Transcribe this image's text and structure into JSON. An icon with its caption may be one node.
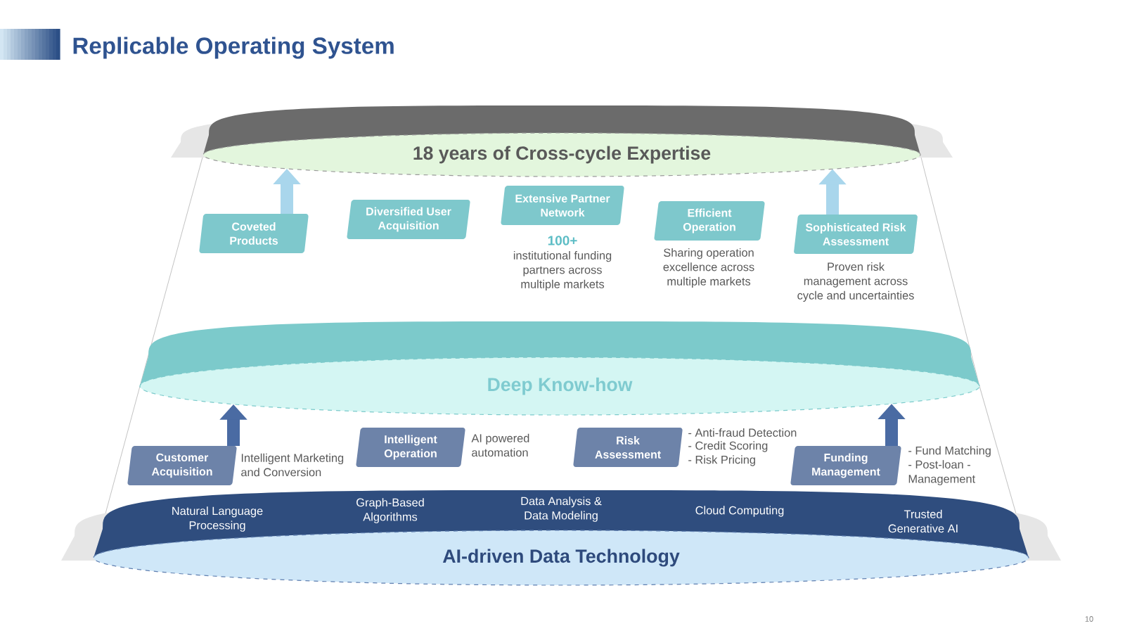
{
  "diagram": {
    "title": "Replicable Operating System",
    "nodes": [
      {
        "text": [
          "18 years of Cross-cycle Expertise"
        ]
      },
      {
        "text": [
          "Coveted Products"
        ]
      },
      {
        "text": [
          "Diversified User Acquisition"
        ]
      },
      {
        "text": [
          "Extensive Partner Network"
        ],
        "beside": [
          "100+",
          "institutional funding partners across multiple markets"
        ]
      },
      {
        "text": [
          "Efficient Operation"
        ],
        "beside": [
          "Sharing operation excellence across multiple markets"
        ]
      },
      {
        "text": [
          "Sophisticated Risk Assessment"
        ],
        "beside": [
          "Proven risk management across cycle and uncertainties"
        ]
      },
      {
        "text": [
          "Deep Know-how"
        ]
      },
      {
        "text": [
          "Customer Acquisition"
        ],
        "beside": [
          "Intelligent Marketing and Conversion"
        ]
      },
      {
        "text": [
          "Intelligent Operation"
        ],
        "beside": [
          "AI powered automation"
        ]
      },
      {
        "text": [
          "Risk Assessment"
        ],
        "beside": [
          "- Anti-fraud Detection",
          "- Credit Scoring",
          "- Risk Pricing"
        ]
      },
      {
        "text": [
          "Funding Management"
        ],
        "beside": [
          "- Fund Matching",
          "- Post-loan - Management"
        ]
      },
      {
        "text": [
          "AI-driven Data Technology"
        ]
      }
    ],
    "edges": [
      {
        "from": 1,
        "to": 0,
        "arrow": "to",
        "color": "#a9d6ec"
      },
      {
        "from": 5,
        "to": 0,
        "arrow": "to",
        "color": "#a9d6ec"
      },
      {
        "from": 7,
        "to": 6,
        "arrow": "to",
        "color": "#4a6ba3"
      },
      {
        "from": 10,
        "to": 6,
        "arrow": "to",
        "color": "#4a6ba3"
      }
    ],
    "labels": [
      "Natural Language Processing",
      "Graph-Based Algorithms",
      "Data Analysis & Data Modeling",
      "Cloud Computing",
      "Trusted Generative AI",
      "10"
    ]
  }
}
